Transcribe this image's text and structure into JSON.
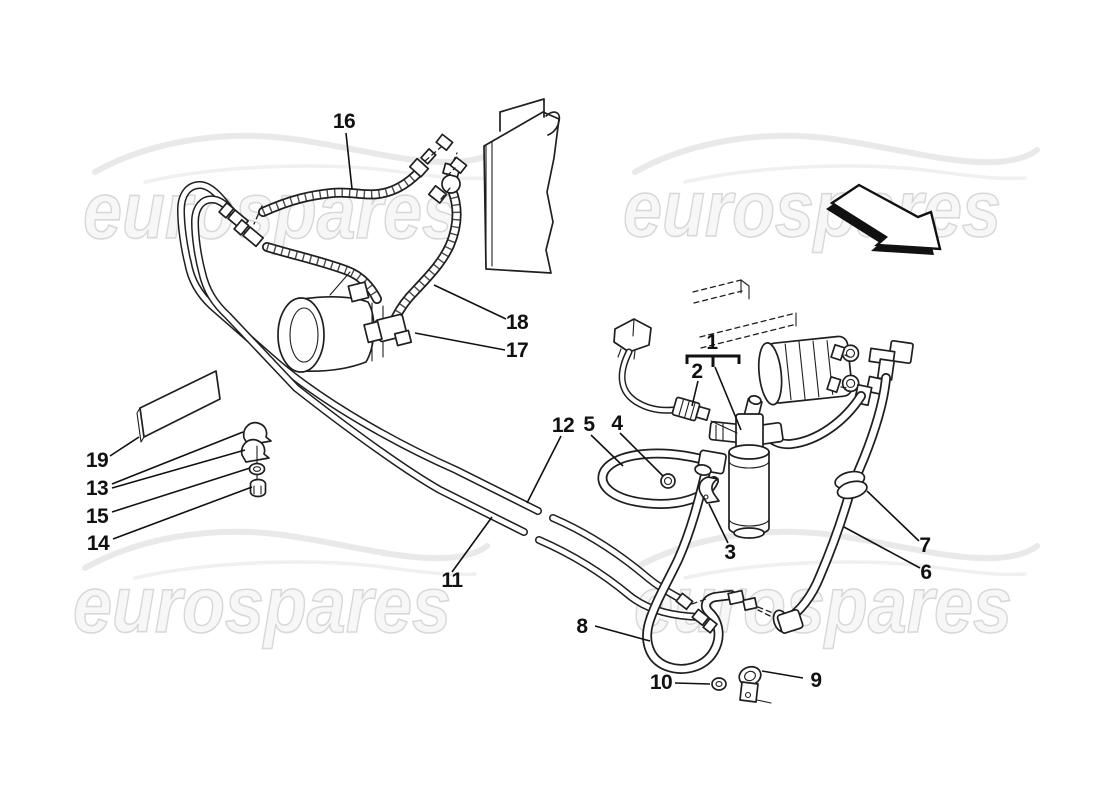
{
  "page": {
    "background": "#ffffff"
  },
  "watermark": {
    "text": "eurospares",
    "text_color": "#f7f7f7",
    "outline_color": "#d8d8d8",
    "positions": [
      "top-left",
      "top-right",
      "bottom-left",
      "bottom-right"
    ]
  },
  "direction_arrow": {
    "shape": "outlined arrow pointing down-right",
    "color": "#111111"
  },
  "diagram": {
    "type": "exploded-parts-diagram",
    "subject": "air conditioning system pipes and hoses",
    "line_color": "#1f1f1f",
    "callouts": [
      "1",
      "2",
      "3",
      "4",
      "5",
      "6",
      "7",
      "8",
      "9",
      "10",
      "11",
      "12",
      "13",
      "14",
      "15",
      "16",
      "17",
      "18",
      "19"
    ]
  }
}
